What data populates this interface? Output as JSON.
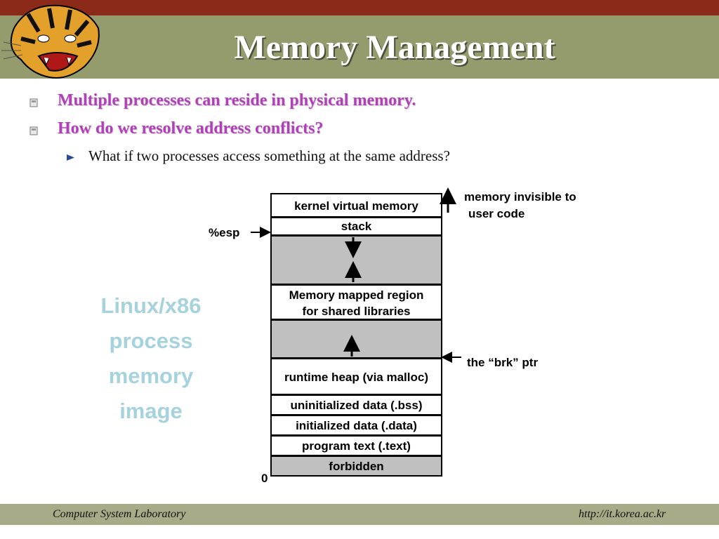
{
  "slide": {
    "title": "Memory Management",
    "bullets": [
      "Multiple processes can reside in physical memory.",
      "How do we resolve address conflicts?"
    ],
    "sub_bullet": "What if two processes access something at the same address?",
    "side_caption": [
      "Linux/x86",
      "process",
      "memory",
      "image"
    ]
  },
  "diagram": {
    "segments": {
      "kernel": "kernel virtual memory",
      "stack": "stack",
      "shared_libs_line1": "Memory mapped region",
      "shared_libs_line2": "for shared libraries",
      "heap": "runtime heap (via malloc)",
      "bss": "uninitialized data (.bss)",
      "data": "initialized data (.data)",
      "text": "program text (.text)",
      "forbidden": "forbidden"
    },
    "labels": {
      "esp": "%esp",
      "invisible_line1": "memory invisible to",
      "invisible_line2": "user code",
      "brk": "the “brk” ptr",
      "zero": "0"
    }
  },
  "footer": {
    "left": "Computer System Laboratory",
    "right": "http://it.korea.ac.kr"
  },
  "colors": {
    "top_bar": "#8c2a1a",
    "title_bar": "#949c6e",
    "bullet_text": "#b040b8",
    "caption": "#a5d2dc",
    "segment_grey": "#c0c0c0",
    "footer_bar": "#a7ab88"
  },
  "icons": {
    "logo": "tiger-head-icon",
    "bullet": "square-bullet-icon",
    "sub_bullet": "triangle-arrow-icon"
  }
}
